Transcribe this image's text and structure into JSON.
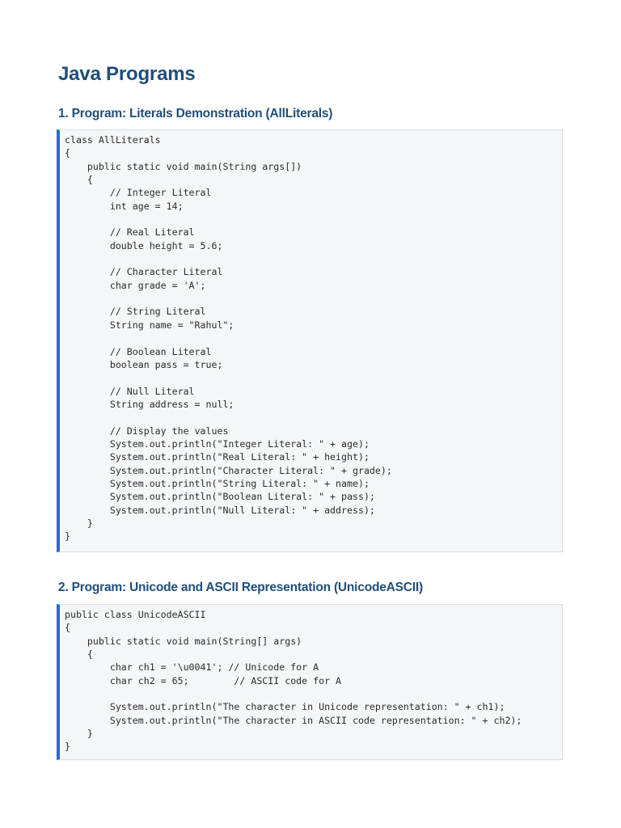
{
  "document": {
    "title": "Java Programs",
    "sections": [
      {
        "heading": "1. Program: Literals Demonstration (AllLiterals)",
        "code_lines": [
          "class AllLiterals",
          "{",
          "    public static void main(String args[])",
          "    {",
          "        // Integer Literal",
          "        int age = 14;",
          "",
          "        // Real Literal",
          "        double height = 5.6;",
          "",
          "        // Character Literal",
          "        char grade = 'A';",
          "",
          "        // String Literal",
          "        String name = \"Rahul\";",
          "",
          "        // Boolean Literal",
          "        boolean pass = true;",
          "",
          "        // Null Literal",
          "        String address = null;",
          "",
          "        // Display the values",
          "        System.out.println(\"Integer Literal: \" + age);",
          "        System.out.println(\"Real Literal: \" + height);",
          "        System.out.println(\"Character Literal: \" + grade);",
          "        System.out.println(\"String Literal: \" + name);",
          "        System.out.println(\"Boolean Literal: \" + pass);",
          "        System.out.println(\"Null Literal: \" + address);",
          "    }",
          "}"
        ]
      },
      {
        "heading": "2. Program: Unicode and ASCII Representation (UnicodeASCII)",
        "code_lines": [
          "public class UnicodeASCII",
          "{",
          "    public static void main(String[] args)",
          "    {",
          "        char ch1 = '\\u0041'; // Unicode for A",
          "        char ch2 = 65;        // ASCII code for A",
          "",
          "        System.out.println(\"The character in Unicode representation: \" + ch1);",
          "        System.out.println(\"The character in ASCII code representation: \" + ch2);",
          "    }",
          "}"
        ]
      }
    ]
  },
  "colors": {
    "heading": "#1f4e79",
    "code_background": "#f5f6f8",
    "code_border": "#d9dde3",
    "code_accent_bar": "#1f6fd6",
    "code_text": "#2b2b2b"
  }
}
